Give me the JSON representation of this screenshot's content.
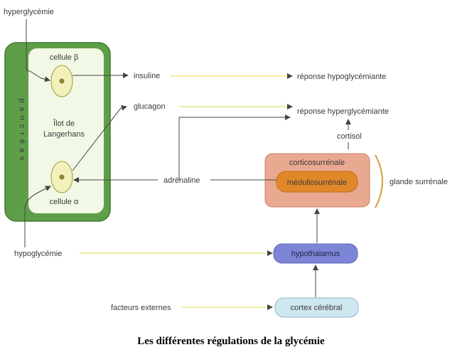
{
  "title": "Les différentes régulations de la glycémie",
  "colors": {
    "pancreas_fill": "#5f9e48",
    "pancreas_stroke": "#3f7a30",
    "ilot_fill": "#f2f8e6",
    "cell_fill": "#f4f0bc",
    "cell_stroke": "#9b9a3a",
    "nucleus": "#8a8433",
    "gland_fill": "#e9a890",
    "gland_stroke": "#c98366",
    "medullo_fill": "#e08828",
    "hypothalamus_fill": "#7d86d6",
    "cortex_fill": "#cfe7f1",
    "arrow_yellow": "#e7e36a",
    "arrow_dark": "#444444"
  },
  "labels": {
    "hyperglycemie": "hyperglycémie",
    "hypoglycemie": "hypoglycémie",
    "cellule_beta": "cellule β",
    "cellule_alpha": "cellule α",
    "pancreas": "pancréas",
    "ilot_line1": "Îlot de",
    "ilot_line2": "Langerhans",
    "insuline": "insuline",
    "glucagon": "glucagon",
    "reponse_hypo": "réponse hypoglycémiante",
    "reponse_hyper": "réponse hyperglycémiante",
    "cortisol": "cortisol",
    "corticosurrenale": "corticosurrénale",
    "medullosurrenale": "médullosurrénale",
    "glande_surrenale": "glande surrénale",
    "adrenaline": "adrénaline",
    "hypothalamus": "hypothalamus",
    "facteurs_externes": "facteurs externes",
    "cortex_cerebral": "cortex cérébral"
  }
}
